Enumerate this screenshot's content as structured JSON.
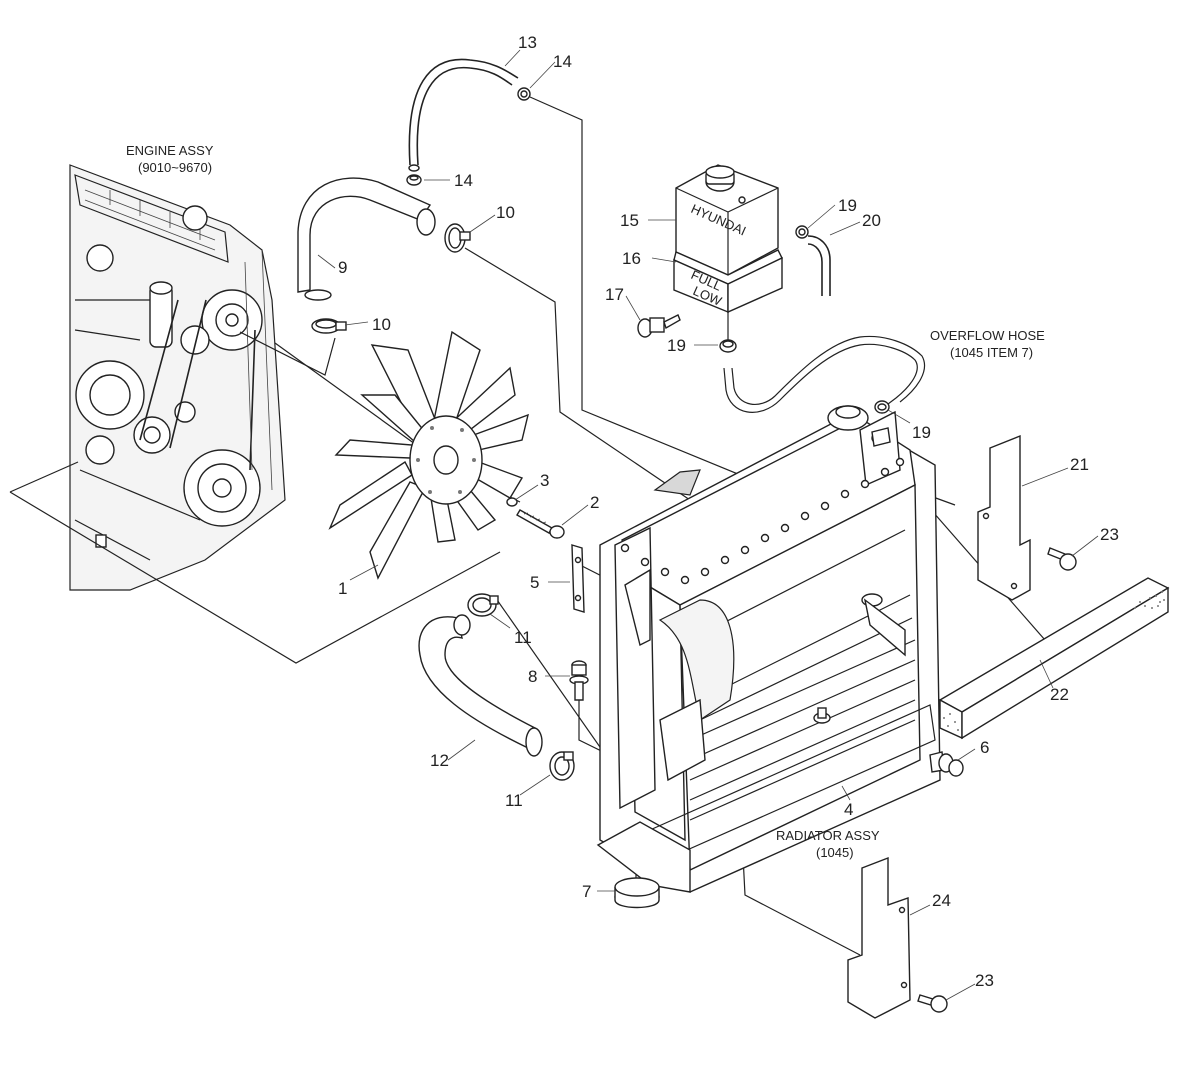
{
  "captions": {
    "engine_assy_line1": "ENGINE ASSY",
    "engine_assy_line2": "(9010~9670)",
    "overflow_hose_line1": "OVERFLOW HOSE",
    "overflow_hose_line2": "(1045 ITEM 7)",
    "radiator_assy_line1": "RADIATOR ASSY",
    "radiator_assy_line2": "(1045)",
    "brand": "HYUNDAI",
    "tank_full": "FULL",
    "tank_low": "LOW"
  },
  "callouts": {
    "p1": "1",
    "p2": "2",
    "p3": "3",
    "p4": "4",
    "p5": "5",
    "p6": "6",
    "p7": "7",
    "p8": "8",
    "p9": "9",
    "p10a": "10",
    "p10b": "10",
    "p11a": "11",
    "p11b": "11",
    "p12": "12",
    "p13": "13",
    "p14a": "14",
    "p14b": "14",
    "p15": "15",
    "p16": "16",
    "p17": "17",
    "p19a": "19",
    "p19b": "19",
    "p19c": "19",
    "p20": "20",
    "p21": "21",
    "p22": "22",
    "p23a": "23",
    "p23b": "23",
    "p24": "24"
  }
}
